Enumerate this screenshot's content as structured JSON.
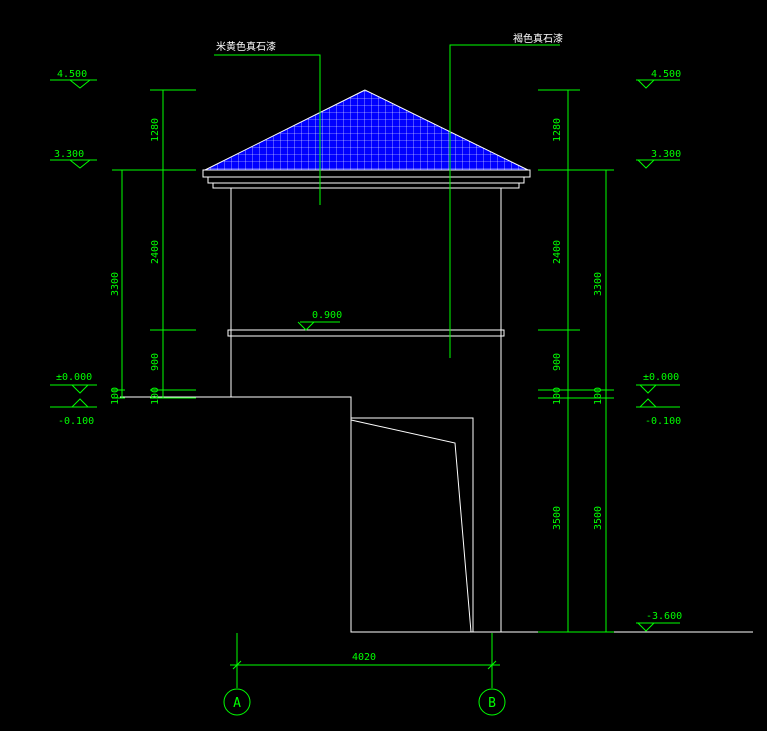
{
  "annotations": {
    "callout_left": "米黄色真石漆",
    "callout_right": "褐色真石漆"
  },
  "levels": {
    "left_top": "4.500",
    "left_eave": "3.300",
    "left_zero": "±0.000",
    "left_minus": "-0.100",
    "right_top": "4.500",
    "right_eave": "3.300",
    "right_zero": "±0.000",
    "right_minus": "-0.100",
    "right_bottom": "-3.600",
    "mid_band": "0.900"
  },
  "dimensions": {
    "left_1280": "1280",
    "left_2400": "2400",
    "left_900": "900",
    "left_100a": "100",
    "left_100b": "100",
    "left_3300": "3300",
    "right_1280": "1280",
    "right_2400": "2400",
    "right_900": "900",
    "right_100a": "100",
    "right_100b": "100",
    "right_3300": "3300",
    "right_3500a": "3500",
    "right_3500b": "3500",
    "bottom_span": "4020"
  },
  "axes": {
    "a": "A",
    "b": "B"
  },
  "colors": {
    "background": "#000000",
    "dimension_lines": "#00ff00",
    "outline": "#ffffff",
    "roof_tile": "#0000ff"
  }
}
